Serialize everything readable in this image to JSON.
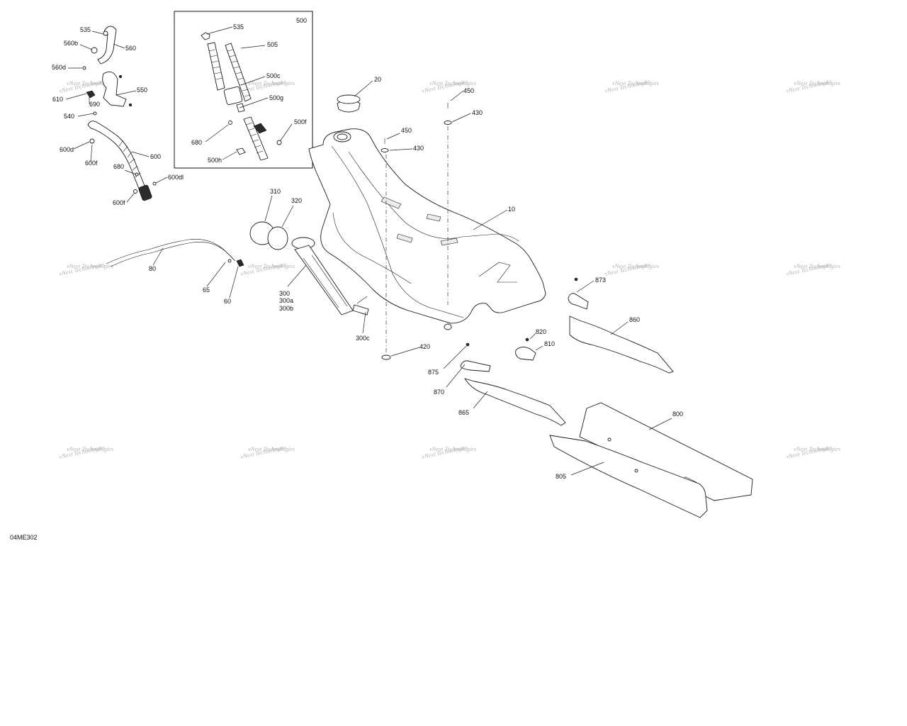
{
  "diagram": {
    "code": "04ME302",
    "inset_label": "500",
    "watermark": "vNext Technologies",
    "part_labels": [
      "535",
      "560",
      "560b",
      "560d",
      "550",
      "610",
      "690",
      "540",
      "600",
      "600d",
      "600f",
      "680",
      "600dl",
      "600f",
      "535",
      "505",
      "500c",
      "500g",
      "500f",
      "680",
      "500h",
      "20",
      "450",
      "430",
      "450",
      "430",
      "10",
      "310",
      "320",
      "80",
      "65",
      "60",
      "300",
      "300a",
      "300b",
      "300c",
      "420",
      "873",
      "860",
      "820",
      "810",
      "875",
      "870",
      "865",
      "800",
      "805"
    ]
  }
}
